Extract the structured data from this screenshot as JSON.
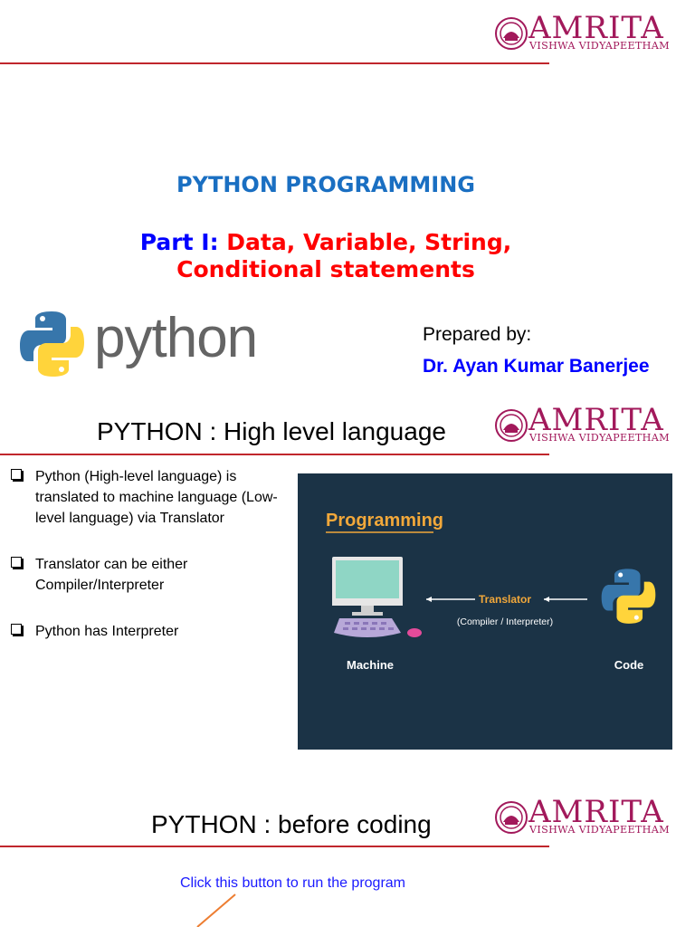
{
  "logo": {
    "brand": "AMRITA",
    "subtitle": "VISHWA VIDYAPEETHAM",
    "color": "#a2195b"
  },
  "colors": {
    "rule": "#c0262c",
    "title_blue": "#1a6fc2",
    "part_blue": "#0000ff",
    "red": "#ff0000",
    "diagram_bg": "#1b3346",
    "diagram_heading": "#f2a83a"
  },
  "slide1": {
    "title": "PYTHON PROGRAMMING",
    "part_label": "Part I:",
    "part_text_line1": "Data, Variable, String,",
    "part_text_line2": "Conditional statements",
    "python_logo_text": "python",
    "prepared_by": "Prepared by:",
    "author": "Dr. Ayan Kumar Banerjee"
  },
  "slide2": {
    "title": "PYTHON : High level language",
    "bullets": [
      "Python (High-level language) is translated to machine language (Low-level language) via Translator",
      "Translator can be either Compiler/Interpreter",
      "Python has Interpreter"
    ],
    "diagram": {
      "heading": "Programming",
      "translator": "Translator",
      "translator_sub": "(Compiler / Interpreter)",
      "machine": "Machine",
      "code": "Code"
    }
  },
  "slide3": {
    "title": "PYTHON : before coding",
    "note": "Click this button to run the program"
  }
}
